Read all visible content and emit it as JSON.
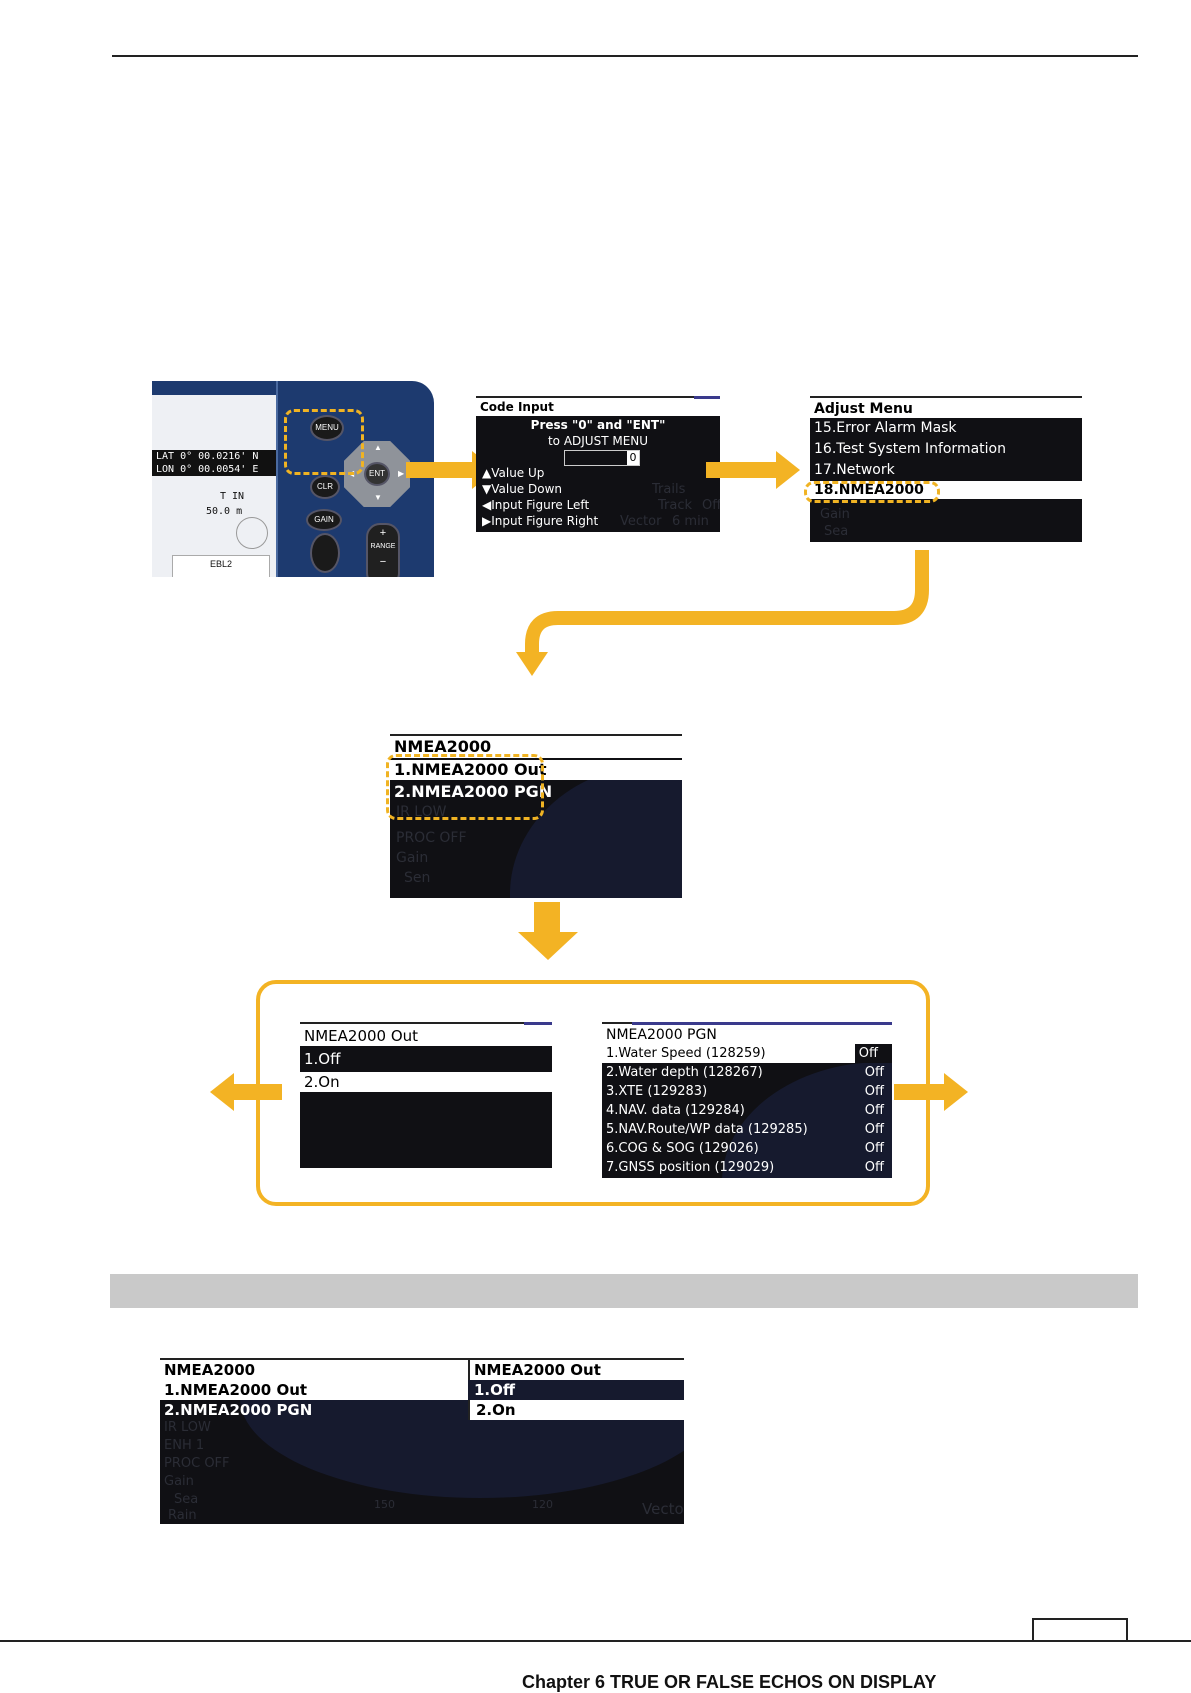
{
  "device": {
    "lat_label": "LAT",
    "lon_label": "LON",
    "lat_value": "0° 00.0216' N",
    "lon_value": "0° 00.0054' E",
    "heading": "T IN",
    "range": "50.0 m",
    "ebl": "EBL2",
    "buttons": {
      "menu": "MENU",
      "ent": "ENT",
      "clr": "CLR",
      "gain": "GAIN",
      "range": "RANGE",
      "plus": "+",
      "minus": "−"
    }
  },
  "code_input": {
    "title": "Code Input",
    "line1": "Press \"0\" and \"ENT\"",
    "line2": "to ADJUST MENU",
    "code_digit": "0",
    "items": [
      "Value Up",
      "Value Down",
      "Input Figure Left",
      "Input Figure Right"
    ],
    "ghost": [
      "Trails",
      "Track",
      "Vector"
    ],
    "ghost_values": [
      "Off",
      "6 min"
    ]
  },
  "adjust_menu": {
    "title": "Adjust Menu",
    "items": [
      "15.Error Alarm Mask",
      "16.Test System Information",
      "17.Network",
      "18.NMEA2000"
    ],
    "ghost": [
      "Gain",
      "Sea"
    ]
  },
  "nmea_menu": {
    "title": "NMEA2000",
    "items": [
      "1.NMEA2000 Out",
      "2.NMEA2000 PGN"
    ],
    "ghost": [
      "IR LOW",
      "PROC OFF",
      "Gain",
      "Sen"
    ]
  },
  "nmea_out": {
    "title": "NMEA2000 Out",
    "items": [
      "1.Off",
      "2.On"
    ]
  },
  "nmea_pgn": {
    "title": "NMEA2000 PGN",
    "rows": [
      {
        "label": "1.Water Speed (128259)",
        "value": "Off"
      },
      {
        "label": "2.Water depth (128267)",
        "value": "Off"
      },
      {
        "label": "3.XTE (129283)",
        "value": "Off"
      },
      {
        "label": "4.NAV. data (129284)",
        "value": "Off"
      },
      {
        "label": "5.NAV.Route/WP data (129285)",
        "value": "Off"
      },
      {
        "label": "6.COG & SOG (129026)",
        "value": "Off"
      },
      {
        "label": "7.GNSS position (129029)",
        "value": "Off"
      }
    ]
  },
  "combined": {
    "left_title": "NMEA2000",
    "left_items": [
      "1.NMEA2000 Out",
      "2.NMEA2000 PGN"
    ],
    "right_title": "NMEA2000 Out",
    "right_items": [
      "1.Off",
      "2.On"
    ],
    "ghost": [
      "IR LOW",
      "ENH 1",
      "PROC OFF",
      "Gain",
      "Sea",
      "Rain",
      "150",
      "120",
      "Vecto"
    ]
  },
  "footer": {
    "chapter": "Chapter 6 TRUE OR FALSE ECHOS ON DISPLAY"
  },
  "colors": {
    "accent": "#f3b324",
    "screen_bg": "#101014",
    "panel": "#1d3a6f"
  }
}
